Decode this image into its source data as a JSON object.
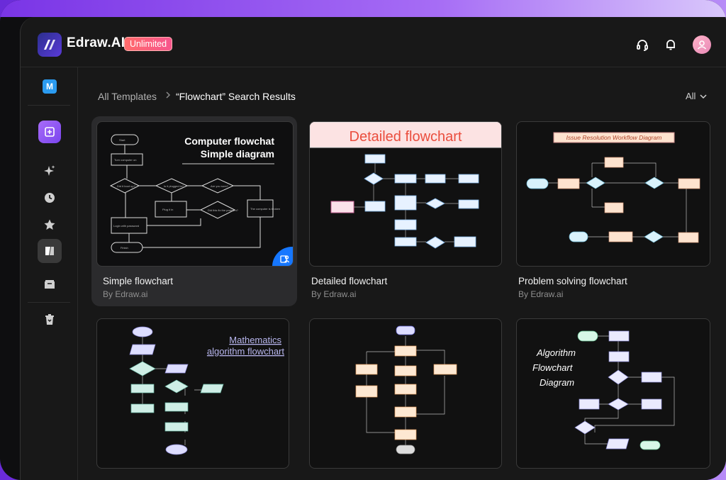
{
  "app": {
    "brand": "Edraw.AI",
    "plan_badge": "Unlimited",
    "workspace_initial": "M"
  },
  "breadcrumb": {
    "root": "All Templates",
    "separator": ">",
    "current": "“Flowchart” Search Results"
  },
  "filter": {
    "label": "All"
  },
  "colors": {
    "accent": "#8a4cf3",
    "share": "#1677ff",
    "badge": "#f7558d"
  },
  "templates": [
    {
      "title": "Simple flowchart",
      "author": "By Edraw.ai",
      "preview_heading": "Computer flowchat\nSimple diagram"
    },
    {
      "title": "Detailed flowchart",
      "author": "By Edraw.ai",
      "preview_heading": "Detailed flowchart"
    },
    {
      "title": "Problem solving flowchart",
      "author": "By Edraw.ai",
      "preview_heading": "Issue Resolution Workflow Diagram"
    },
    {
      "title": "",
      "author": "",
      "preview_heading": "Mathematics algorithm flowchart"
    },
    {
      "title": "",
      "author": "",
      "preview_heading": ""
    },
    {
      "title": "",
      "author": "",
      "preview_heading": "Algorithm Flowchart Diagram"
    }
  ],
  "preview_text": {
    "t1_line1": "Computer flowchat",
    "t1_line2": "Simple diagram",
    "t2": "Detailed flowchart",
    "t3": "Issue Resolution Workflow Diagram",
    "t4_line1": "Mathematics",
    "t4_line2": "algorithm flowchart",
    "t6_line1": "Algorithm",
    "t6_line2": "Flowchart",
    "t6_line3": "Diagram"
  }
}
